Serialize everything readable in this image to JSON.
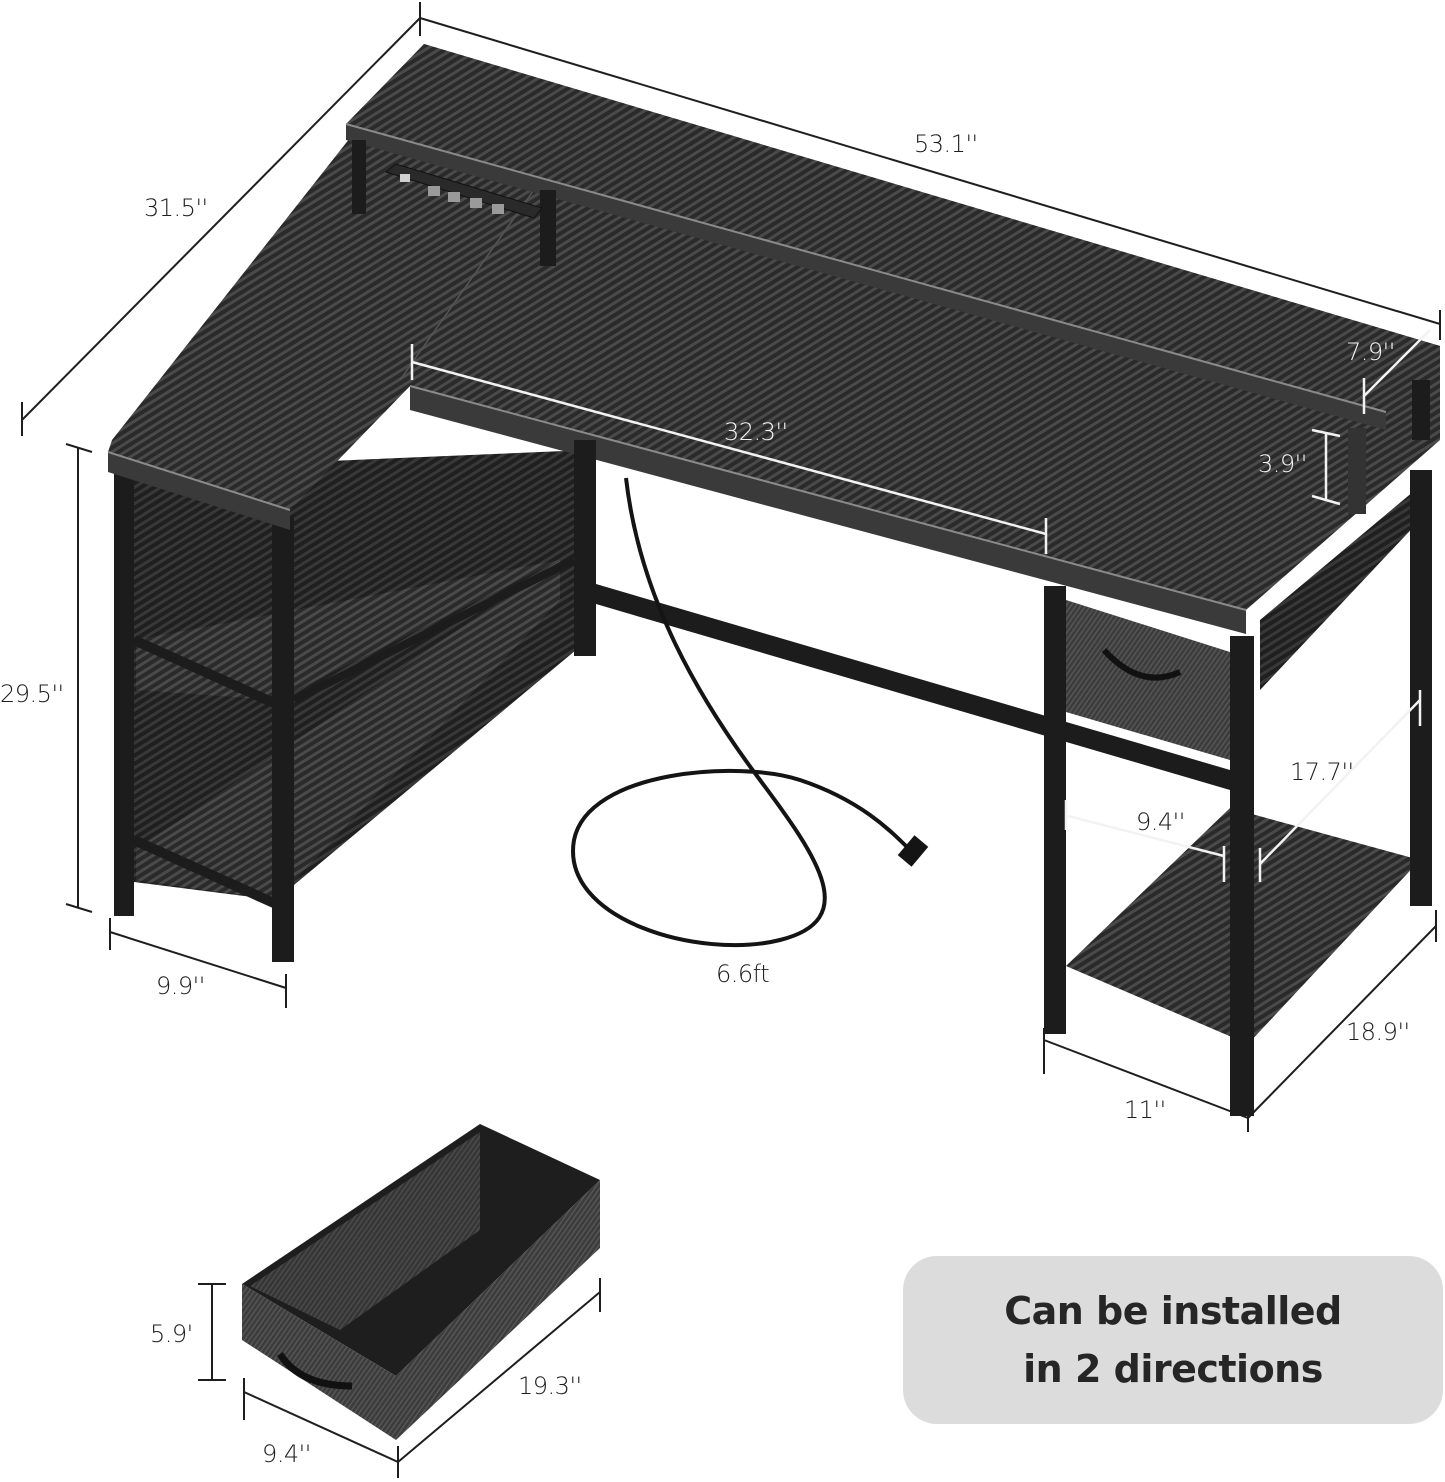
{
  "product": {
    "name": "L-shaped desk with monitor shelf, power outlet and fabric drawer",
    "finish": "carbon fiber pattern",
    "colors": {
      "tabletop": "#2b2b2b",
      "frame": "#1c1c1c",
      "edge": "#8a8a8a",
      "fabric": "#3a3a3a",
      "badge_bg": "#dcdcdc",
      "badge_text": "#262626",
      "dimension_line": "#1e1e1e",
      "dimension_line_inner": "#f2f2f2"
    }
  },
  "dimensions": {
    "total_width": "53.1''",
    "total_depth": "31.5''",
    "height": "29.5''",
    "inner_span": "32.3''",
    "shelf_depth": "7.9''",
    "shelf_height": "3.9''",
    "side_shelf_depth": "9.9''",
    "cord_length": "6.6ft",
    "drawer_cabinet_width": "11''",
    "drawer_cabinet_depth": "18.9''",
    "lower_shelf_height": "17.7''",
    "lower_shelf_width": "9.4''"
  },
  "drawer": {
    "height": "5.9'",
    "length": "19.3''",
    "width": "9.4''"
  },
  "badge": {
    "line1": "Can be installed",
    "line2": "in 2 directions"
  }
}
